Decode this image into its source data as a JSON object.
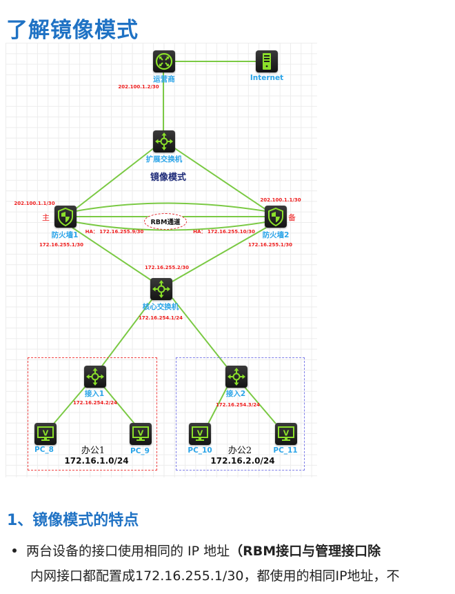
{
  "title": "了解镜像模式",
  "diagram": {
    "mode_label": "镜像模式",
    "rbm_label": "RBM通道",
    "nodes": {
      "isp": {
        "label": "运营商",
        "ip": "202.100.1.2/30",
        "icon": "router-icon"
      },
      "internet": {
        "label": "Internet",
        "icon": "server-icon"
      },
      "ext_switch": {
        "label": "扩展交换机",
        "icon": "switch-icon"
      },
      "fw1": {
        "label": "防火墙1",
        "role": "主",
        "wan_ip": "202.100.1.1/30",
        "ha_ip": "HA： 172.16.255.9/30",
        "lan_ip": "172.16.255.1/30",
        "icon": "firewall-icon"
      },
      "fw2": {
        "label": "防火墙2",
        "role": "备",
        "wan_ip": "202.100.1.1/30",
        "ha_ip": "HA： 172.16.255.10/30",
        "lan_ip": "172.16.255.1/30",
        "icon": "firewall-icon"
      },
      "core": {
        "label": "核心交换机",
        "uplink_ip": "172.16.255.2/30",
        "ip": "172.16.254.1/24",
        "icon": "switch-icon"
      },
      "access1": {
        "label": "接入1",
        "ip": "172.16.254.2/24",
        "icon": "switch-icon"
      },
      "access2": {
        "label": "接入2",
        "ip": "172.16.254.3/24",
        "icon": "switch-icon"
      },
      "pc8": {
        "label": "PC_8",
        "icon": "pc-icon"
      },
      "pc9": {
        "label": "PC_9",
        "icon": "pc-icon"
      },
      "pc10": {
        "label": "PC_10",
        "icon": "pc-icon"
      },
      "pc11": {
        "label": "PC_11",
        "icon": "pc-icon"
      }
    },
    "zones": [
      {
        "name": "办公1",
        "subnet": "172.16.1.0/24",
        "border_color": "#f04040"
      },
      {
        "name": "办公2",
        "subnet": "172.16.2.0/24",
        "border_color": "#7d7de8"
      }
    ],
    "colors": {
      "link": "#7ac943",
      "ip_label": "#ee1c1c",
      "device_label": "#2aa4e8",
      "icon_green": "#8be02a"
    }
  },
  "section": {
    "heading": "1、镜像模式的特点",
    "bullet_text": "两台设备的接口使用相同的 IP 地址",
    "bullet_bold": "（RBM接口与管理接口除",
    "line2": "内网接口都配置成172.16.255.1/30，都使用的相同IP地址，不"
  }
}
